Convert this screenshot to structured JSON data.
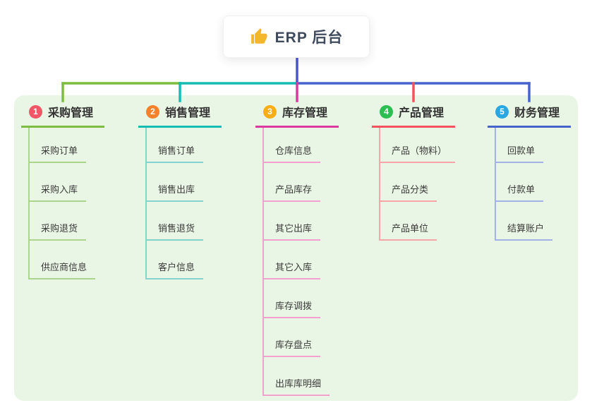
{
  "root": {
    "label": "ERP 后台",
    "icon": "thumbs-up-icon",
    "trunk_color": "#4c57c8"
  },
  "colors": {
    "page_bg": "#ffffff",
    "panel_bg": "#eaf6e5",
    "header_text": "#323232",
    "item_text": "#3a3a3a",
    "root_text": "#3f4a5c",
    "thumb_icon": "#f4b62a"
  },
  "branches": [
    {
      "num": "1",
      "label": "采购管理",
      "badge_color": "#f25565",
      "line_color": "#7cbd41",
      "sub_line_color": "#abd48c",
      "items": [
        "采购订单",
        "采购入库",
        "采购退货",
        "供应商信息"
      ]
    },
    {
      "num": "2",
      "label": "销售管理",
      "badge_color": "#f5812c",
      "line_color": "#14bcb2",
      "sub_line_color": "#82d5ce",
      "items": [
        "销售订单",
        "销售出库",
        "销售退货",
        "客户信息"
      ]
    },
    {
      "num": "3",
      "label": "库存管理",
      "badge_color": "#f9ae17",
      "line_color": "#dd389e",
      "sub_line_color": "#f2a0ce",
      "items": [
        "仓库信息",
        "产品库存",
        "其它出库",
        "其它入库",
        "库存调拨",
        "库存盘点",
        "出库库明细"
      ]
    },
    {
      "num": "4",
      "label": "产品管理",
      "badge_color": "#2dbe52",
      "line_color": "#f4525e",
      "sub_line_color": "#f8a5a8",
      "items": [
        "产品（物料）",
        "产品分类",
        "产品单位"
      ]
    },
    {
      "num": "5",
      "label": "财务管理",
      "badge_color": "#2aa6e0",
      "line_color": "#4565cd",
      "sub_line_color": "#a2b2e2",
      "items": [
        "回款单",
        "付款单",
        "结算账户"
      ]
    }
  ]
}
